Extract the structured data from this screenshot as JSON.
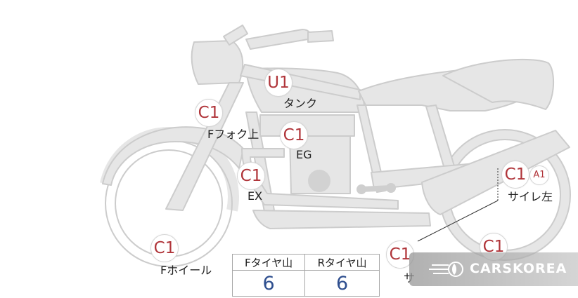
{
  "badges": {
    "tank": "U1",
    "front_fork_upper": "C1",
    "engine": "C1",
    "exhaust": "C1",
    "side_cover_left": "C1",
    "side_cover_left_sub": "A1",
    "front_wheel": "C1",
    "side": "C1",
    "rear_wheel": "C1"
  },
  "labels": {
    "tank": "タンク",
    "front_fork_upper": "Fフォク上",
    "engine": "EG",
    "exhaust": "EX",
    "side_cover_left": "サイレ左",
    "front_wheel": "Fホイール",
    "side": "サ"
  },
  "tires": {
    "front_header": "Fタイヤ山",
    "rear_header": "Rタイヤ山",
    "front_value": "6",
    "rear_value": "6"
  },
  "watermark": {
    "brand": "CARSKOREA"
  },
  "colors": {
    "body": "#e6e6e6",
    "outline": "#cccccc",
    "badge_text": "#b0353a",
    "value_text": "#2f4f8f"
  }
}
